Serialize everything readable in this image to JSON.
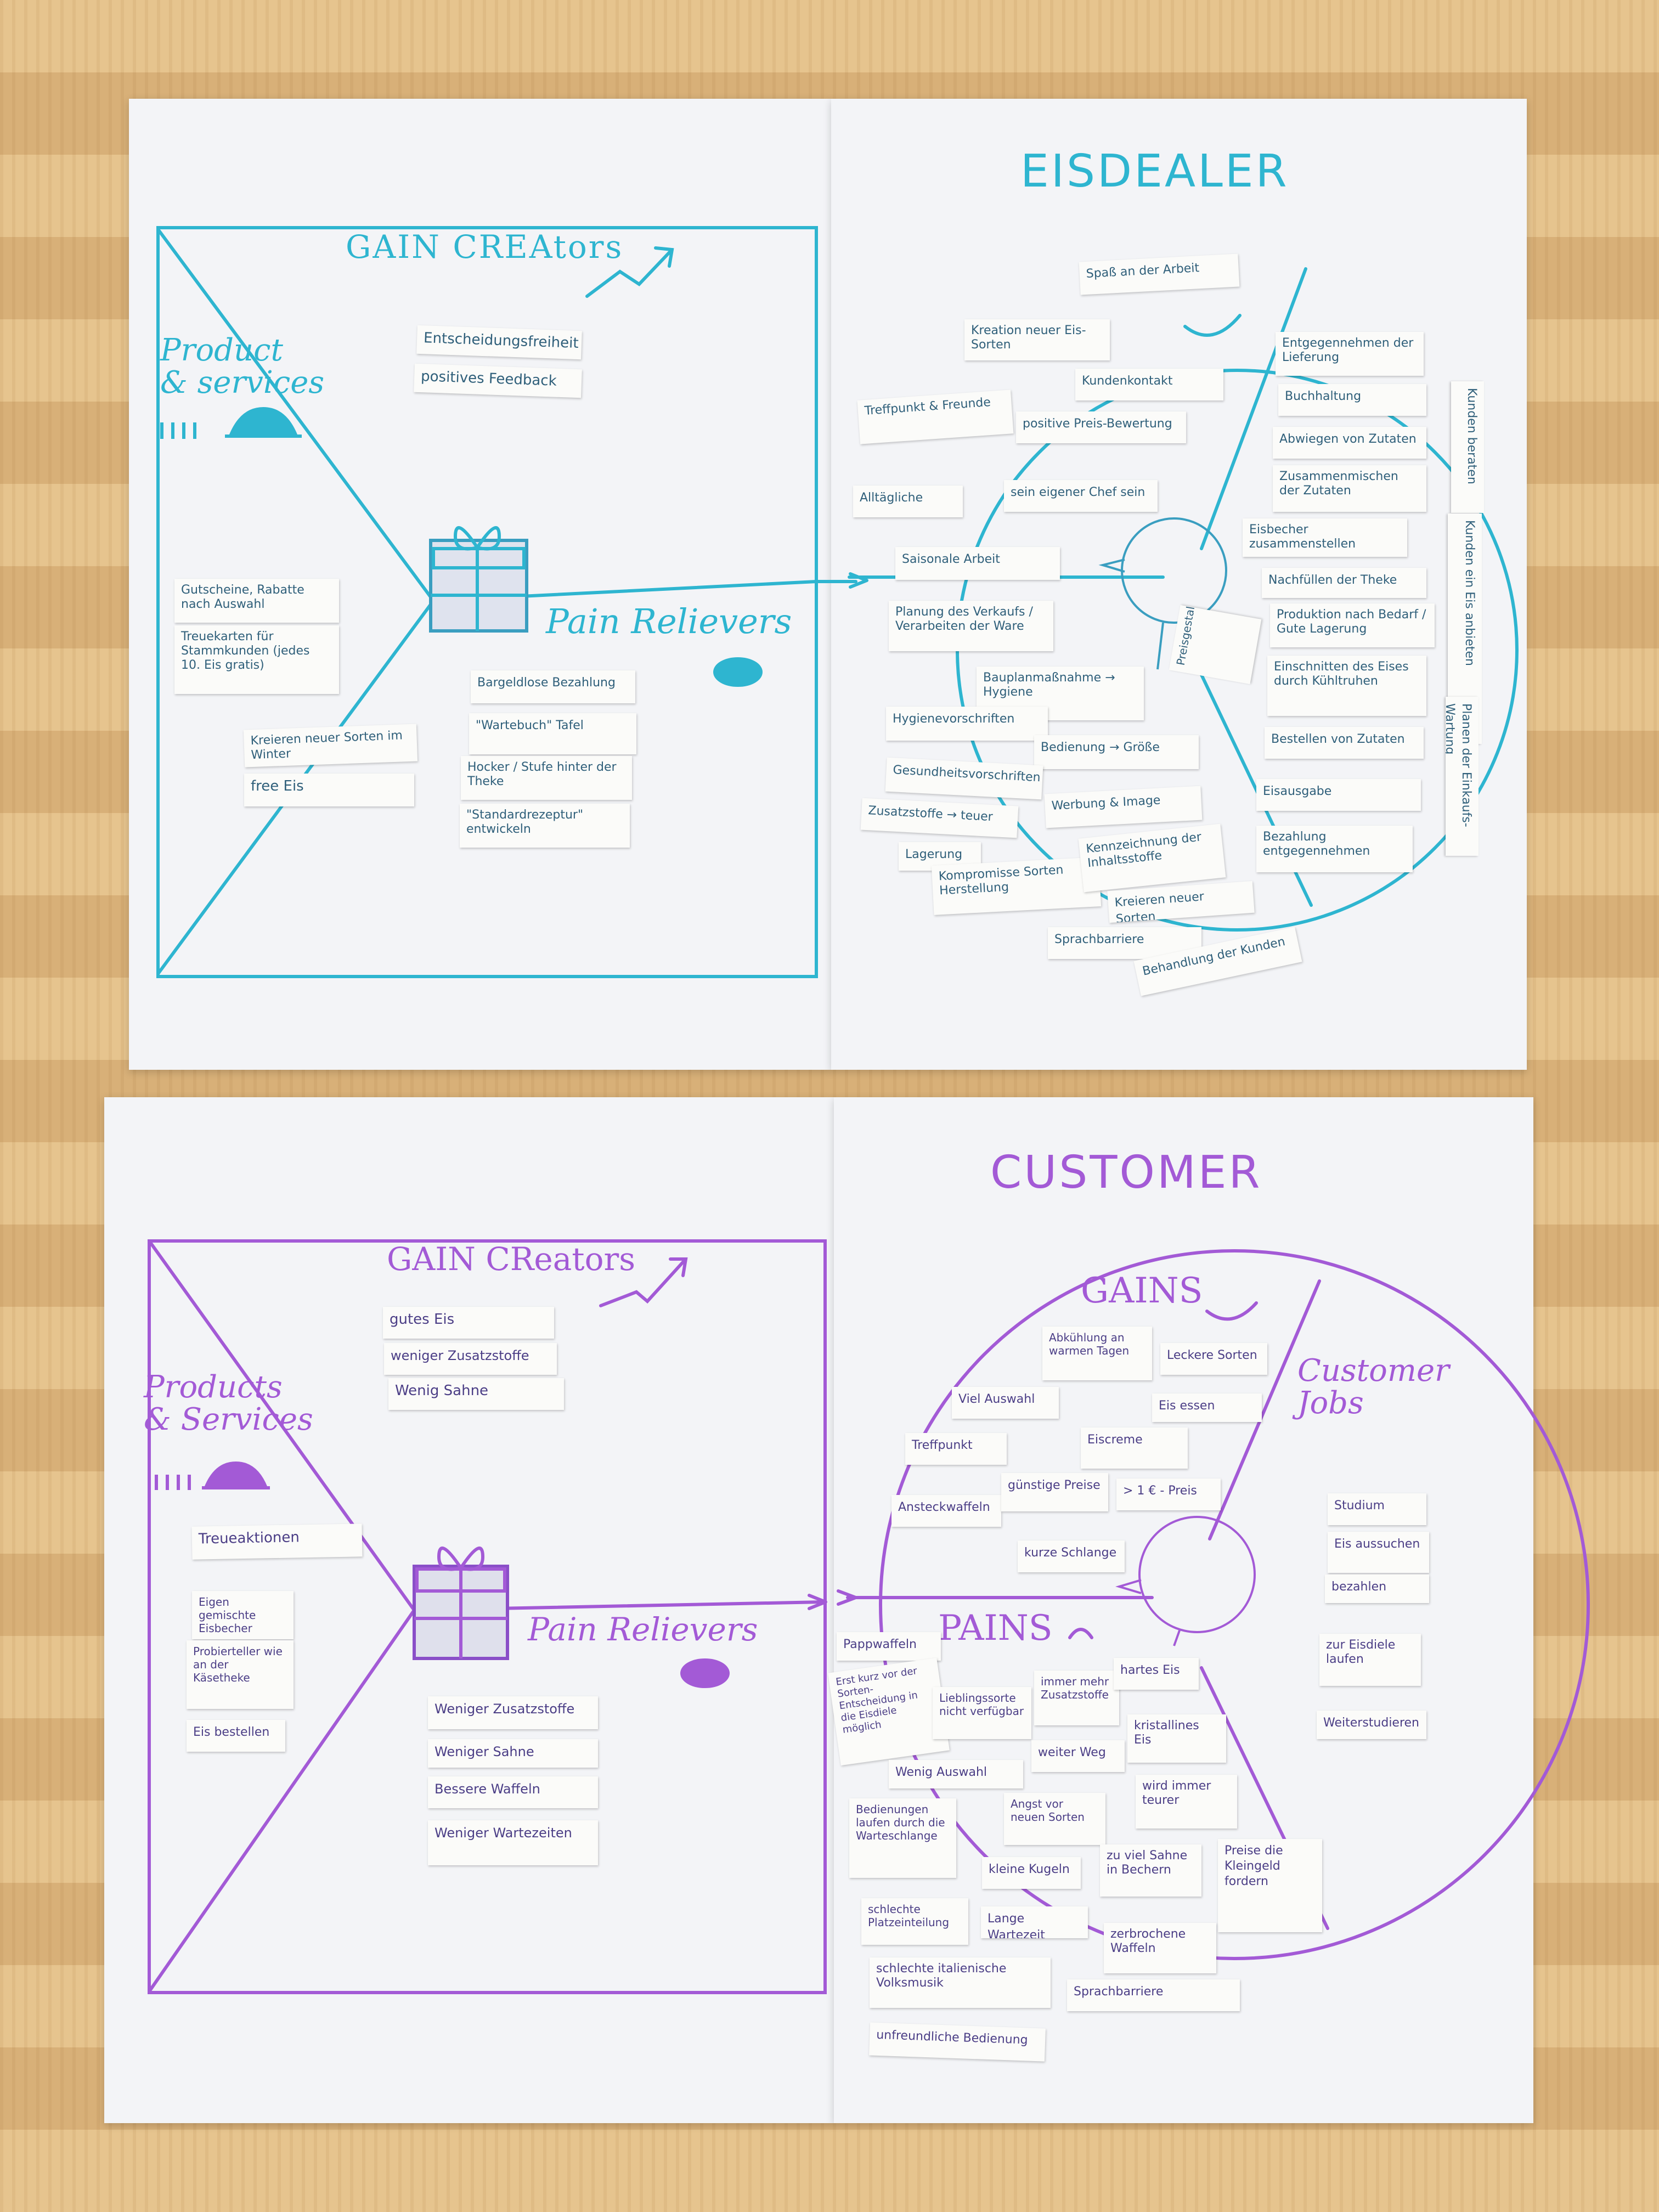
{
  "board_top": {
    "title": "EISDEALER",
    "gain_creators_label": "GAIN CREAtors",
    "products_label": "Product\n& services",
    "pain_relievers_label": "Pain Relievers",
    "gain_creator_notes": [
      "Entscheidungsfreiheit",
      "positives Feedback"
    ],
    "product_notes": [
      "Gutscheine, Rabatte nach Auswahl",
      "Treuekarten für Stammkunden (jedes 10. Eis gratis)",
      "Kreieren neuer Sorten im Winter",
      "free Eis"
    ],
    "pain_reliever_notes": [
      "Bargeldlose Bezahlung",
      "\"Wartebuch\" Tafel",
      "Hocker / Stufe hinter der Theke",
      "\"Standardrezeptur\" entwickeln"
    ],
    "gain_notes": [
      "Spaß an der Arbeit",
      "Kreation neuer Eis-Sorten",
      "Kundenkontakt",
      "Treffpunkt & Freunde",
      "positive Preis-Bewertung",
      "Alltägliche",
      "sein eigener Chef sein",
      "Saisonale Arbeit"
    ],
    "pain_notes": [
      "Planung des Verkaufs / Verarbeiten der Ware",
      "Bauplanmaßnahme → Hygiene",
      "Hygienevorschriften",
      "Bedienung → Größe",
      "Gesundheitsvorschriften",
      "Werbung & Image",
      "Zusatzstoffe → teuer",
      "Lagerung",
      "Kompromisse Sorten Herstellung",
      "Kennzeichnung der Inhaltsstoffe",
      "Kreieren neuer Sorten",
      "Sprachbarriere",
      "Behandlung der Kunden",
      "Preisgestaltung"
    ],
    "job_notes": [
      "Entgegennehmen der Lieferung",
      "Buchhaltung",
      "Abwiegen von Zutaten",
      "Zusammenmischen der Zutaten",
      "Eisbecher zusammenstellen",
      "Nachfüllen der Theke",
      "Produktion nach Bedarf / Gute Lagerung",
      "Einschnitten des Eises durch Kühltruhen",
      "Bestellen von Zutaten",
      "Eisausgabe",
      "Bezahlung entgegennehmen",
      "Kunden beraten",
      "Kunden ein Eis anbieten",
      "Planen der Einkaufs-Wartung"
    ]
  },
  "board_bottom": {
    "title": "CUSTOMER",
    "gain_creators_label": "GAIN CReators",
    "products_label": "Products\n& Services",
    "pain_relievers_label": "Pain Relievers",
    "gains_label": "GAINS",
    "pains_label": "PAINS",
    "jobs_label": "Customer\nJobs",
    "gain_creator_notes": [
      "gutes Eis",
      "weniger Zusatzstoffe",
      "Wenig Sahne"
    ],
    "product_notes": [
      "Treueaktionen",
      "Eigen gemischte Eisbecher",
      "Probierteller wie an der Käsetheke",
      "Eis bestellen"
    ],
    "pain_reliever_notes": [
      "Weniger Zusatzstoffe",
      "Weniger Sahne",
      "Bessere Waffeln",
      "Weniger Wartezeiten"
    ],
    "gain_notes": [
      "Abkühlung an warmen Tagen",
      "Leckere Sorten",
      "Viel Auswahl",
      "Eis essen",
      "Treffpunkt",
      "Eiscreme",
      "Ansteckwaffeln",
      "günstige Preise",
      "> 1 € - Preis",
      "kurze Schlange"
    ],
    "pain_notes": [
      "Pappwaffeln",
      "Erst kurz vor der Sorten-Entscheidung in die Eisdiele möglich",
      "Lieblingssorte nicht verfügbar",
      "immer mehr Zusatzstoffe",
      "hartes Eis",
      "kristallines Eis",
      "weiter Weg",
      "Wenig Auswahl",
      "Bedienungen laufen durch die Warteschlange",
      "Angst vor neuen Sorten",
      "wird immer teurer",
      "Preise die Kleingeld fordern",
      "kleine Kugeln",
      "zu viel Sahne in Bechern",
      "schlechte Platzeinteilung",
      "Lange Wartezeit",
      "zerbrochene Waffeln",
      "schlechte italienische Volksmusik",
      "Sprachbarriere",
      "unfreundliche Bedienung"
    ],
    "job_notes": [
      "Studium",
      "Eis aussuchen",
      "bezahlen",
      "zur Eisdiele laufen",
      "Weiterstudieren"
    ]
  }
}
